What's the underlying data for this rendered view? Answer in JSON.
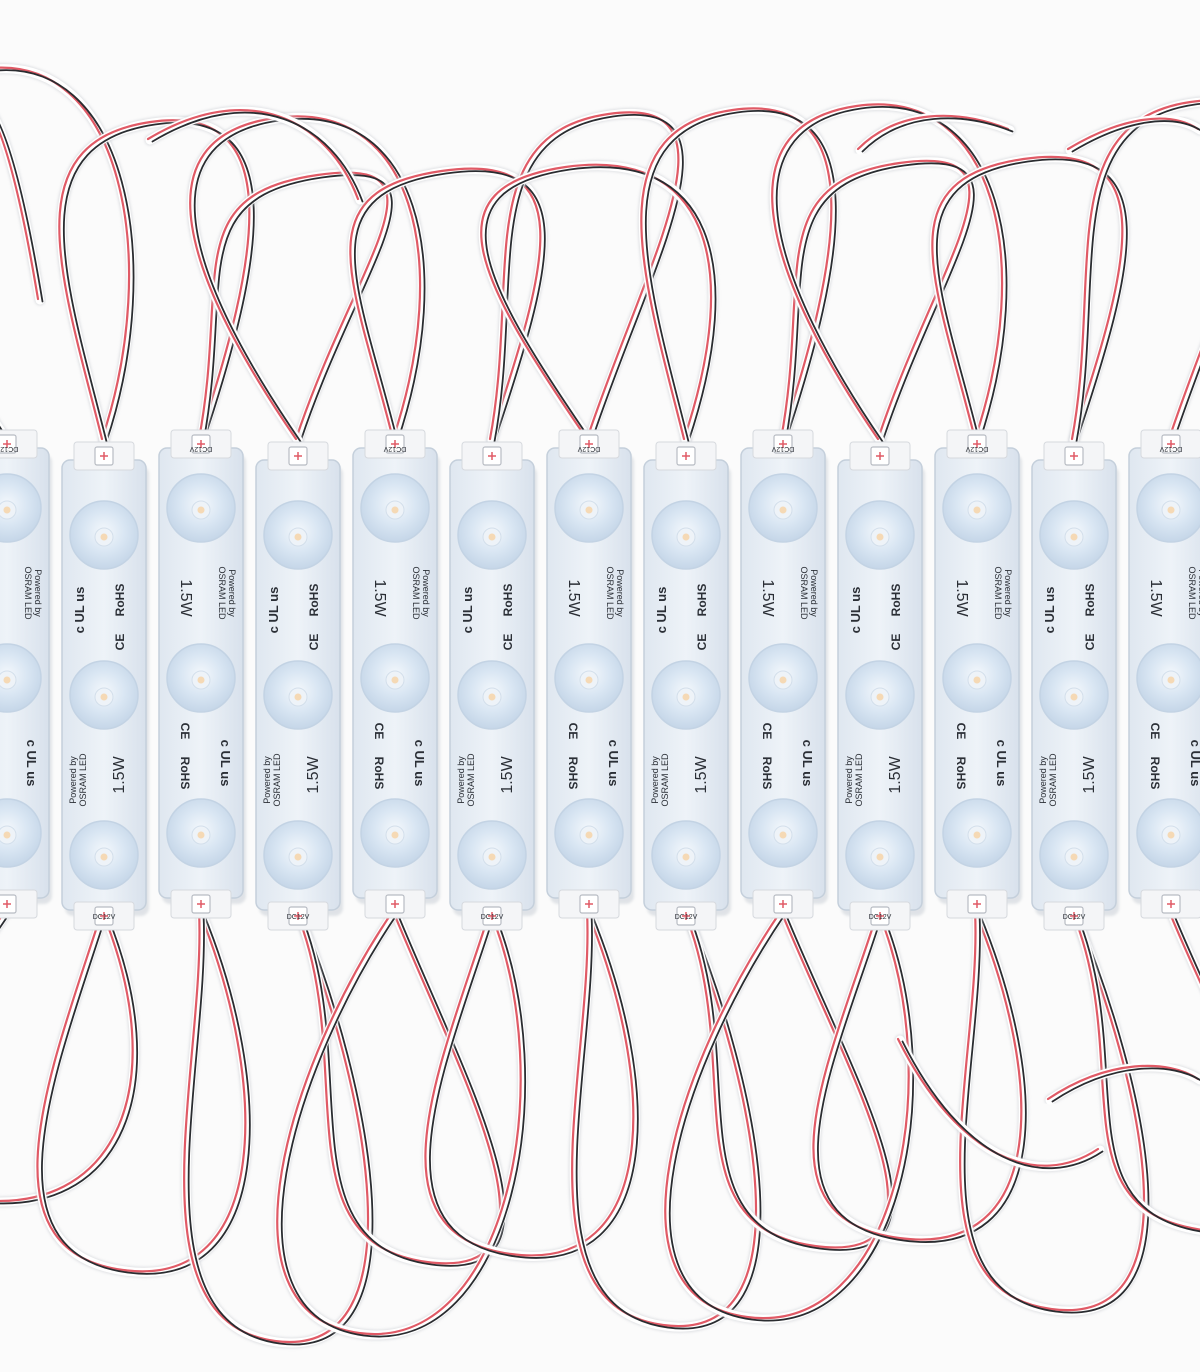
{
  "photo": {
    "subject": "led-module-strip",
    "background_color": "#fbfbfb",
    "module_body_color": "#e8eef5",
    "lens_color": "#d7e5f3",
    "wire_red_color": "#e05a66",
    "wire_black_color": "#2a2c30",
    "wire_white_color": "#ffffff"
  },
  "modules": [
    {
      "orientation": "down"
    },
    {
      "orientation": "up"
    },
    {
      "orientation": "down"
    },
    {
      "orientation": "up"
    },
    {
      "orientation": "down"
    },
    {
      "orientation": "up"
    },
    {
      "orientation": "down"
    },
    {
      "orientation": "up"
    },
    {
      "orientation": "down"
    },
    {
      "orientation": "up"
    },
    {
      "orientation": "down"
    },
    {
      "orientation": "up"
    },
    {
      "orientation": "down"
    }
  ],
  "module_label": {
    "power": "1.5W",
    "brand_line1": "Powered by",
    "brand_line2": "OSRAM LED",
    "rohs": "RoHS",
    "ce": "CE",
    "ul": "c UL us",
    "voltage": "DC12V"
  }
}
